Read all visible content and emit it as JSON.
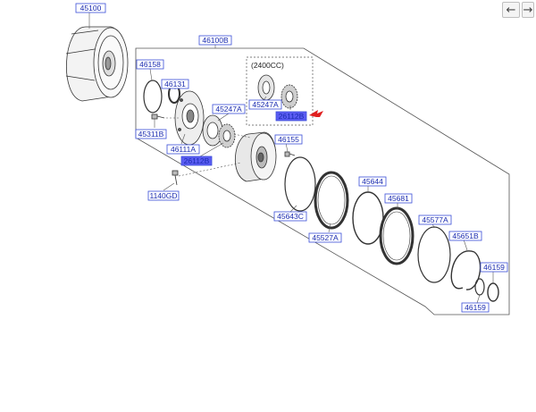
{
  "nav": {
    "back_icon": "arrow-left-icon",
    "forward_icon": "arrow-right-icon",
    "back_glyph": "←",
    "forward_glyph": "→"
  },
  "colors": {
    "label_border": "#3b4fd8",
    "label_text": "#1a2bb0",
    "highlight_fill": "#5a5cf2",
    "arrow": "#e02020",
    "line": "#555555"
  },
  "variant_note": "(2400CC)",
  "labels": {
    "p45100": "45100",
    "p46100b": "46100B",
    "p46158": "46158",
    "p46131": "46131",
    "p45311b": "45311B",
    "p46111a": "46111A",
    "p26112b_main": "26112B",
    "p45247a_main": "45247A",
    "p45247a_var": "45247A",
    "p26112b_var": "26112B",
    "p46155": "46155",
    "p1140gd": "1140GD",
    "p45643c": "45643C",
    "p45527a": "45527A",
    "p45644": "45644",
    "p45681": "45681",
    "p45577a": "45577A",
    "p45651b": "45651B",
    "p46159a": "46159",
    "p46159b": "46159"
  }
}
